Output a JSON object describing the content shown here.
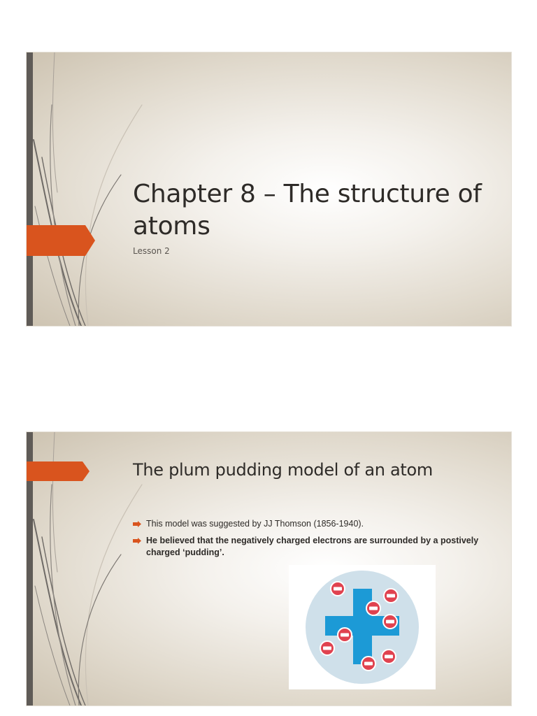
{
  "colors": {
    "accent": "#d9541e",
    "bar": "#5f5b57",
    "cross": "#1c9ad6",
    "circle": "#cfe0ea",
    "electron": "#e0424f"
  },
  "slide1": {
    "title": "Chapter 8 – The structure of atoms",
    "subtitle": "Lesson 2"
  },
  "slide2": {
    "title": "The plum pudding model of an atom",
    "bullets": [
      {
        "text": "This model was suggested by JJ Thomson (1856-1940).",
        "bold": false
      },
      {
        "text": " He believed that the negatively charged electrons are surrounded by a postively charged ‘pudding’.",
        "bold": true
      }
    ],
    "diagram": {
      "shape": "plus-sign",
      "icon": "minus-icon",
      "electron_count": 8
    }
  }
}
